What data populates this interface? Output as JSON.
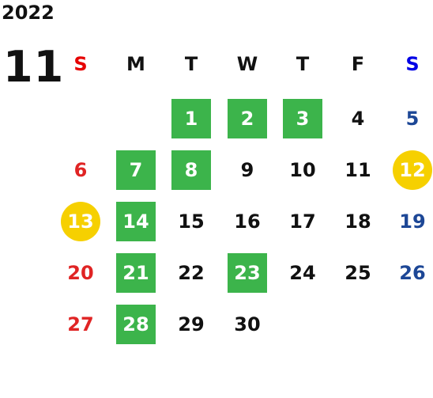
{
  "calendar": {
    "year": "2022",
    "month": "11",
    "weekdays": [
      "S",
      "M",
      "T",
      "W",
      "T",
      "F",
      "S"
    ],
    "days": [
      {
        "label": "1",
        "col": 2,
        "row": 0,
        "highlight": "green"
      },
      {
        "label": "2",
        "col": 3,
        "row": 0,
        "highlight": "green"
      },
      {
        "label": "3",
        "col": 4,
        "row": 0,
        "highlight": "green"
      },
      {
        "label": "4",
        "col": 5,
        "row": 0,
        "highlight": "none"
      },
      {
        "label": "5",
        "col": 6,
        "row": 0,
        "highlight": "none"
      },
      {
        "label": "6",
        "col": 0,
        "row": 1,
        "highlight": "none"
      },
      {
        "label": "7",
        "col": 1,
        "row": 1,
        "highlight": "green"
      },
      {
        "label": "8",
        "col": 2,
        "row": 1,
        "highlight": "green"
      },
      {
        "label": "9",
        "col": 3,
        "row": 1,
        "highlight": "none"
      },
      {
        "label": "10",
        "col": 4,
        "row": 1,
        "highlight": "none"
      },
      {
        "label": "11",
        "col": 5,
        "row": 1,
        "highlight": "none"
      },
      {
        "label": "12",
        "col": 6,
        "row": 1,
        "highlight": "yellow"
      },
      {
        "label": "13",
        "col": 0,
        "row": 2,
        "highlight": "yellow"
      },
      {
        "label": "14",
        "col": 1,
        "row": 2,
        "highlight": "green"
      },
      {
        "label": "15",
        "col": 2,
        "row": 2,
        "highlight": "none"
      },
      {
        "label": "16",
        "col": 3,
        "row": 2,
        "highlight": "none"
      },
      {
        "label": "17",
        "col": 4,
        "row": 2,
        "highlight": "none"
      },
      {
        "label": "18",
        "col": 5,
        "row": 2,
        "highlight": "none"
      },
      {
        "label": "19",
        "col": 6,
        "row": 2,
        "highlight": "none"
      },
      {
        "label": "20",
        "col": 0,
        "row": 3,
        "highlight": "none"
      },
      {
        "label": "21",
        "col": 1,
        "row": 3,
        "highlight": "green"
      },
      {
        "label": "22",
        "col": 2,
        "row": 3,
        "highlight": "none"
      },
      {
        "label": "23",
        "col": 3,
        "row": 3,
        "highlight": "green"
      },
      {
        "label": "24",
        "col": 4,
        "row": 3,
        "highlight": "none"
      },
      {
        "label": "25",
        "col": 5,
        "row": 3,
        "highlight": "none"
      },
      {
        "label": "26",
        "col": 6,
        "row": 3,
        "highlight": "none"
      },
      {
        "label": "27",
        "col": 0,
        "row": 4,
        "highlight": "none"
      },
      {
        "label": "28",
        "col": 1,
        "row": 4,
        "highlight": "green"
      },
      {
        "label": "29",
        "col": 2,
        "row": 4,
        "highlight": "none"
      },
      {
        "label": "30",
        "col": 3,
        "row": 4,
        "highlight": "none"
      }
    ]
  },
  "colors": {
    "green": "#3cb44b",
    "yellow": "#f6d000",
    "sunday": "#e02424",
    "saturday": "#1d4796",
    "text": "#111111"
  }
}
